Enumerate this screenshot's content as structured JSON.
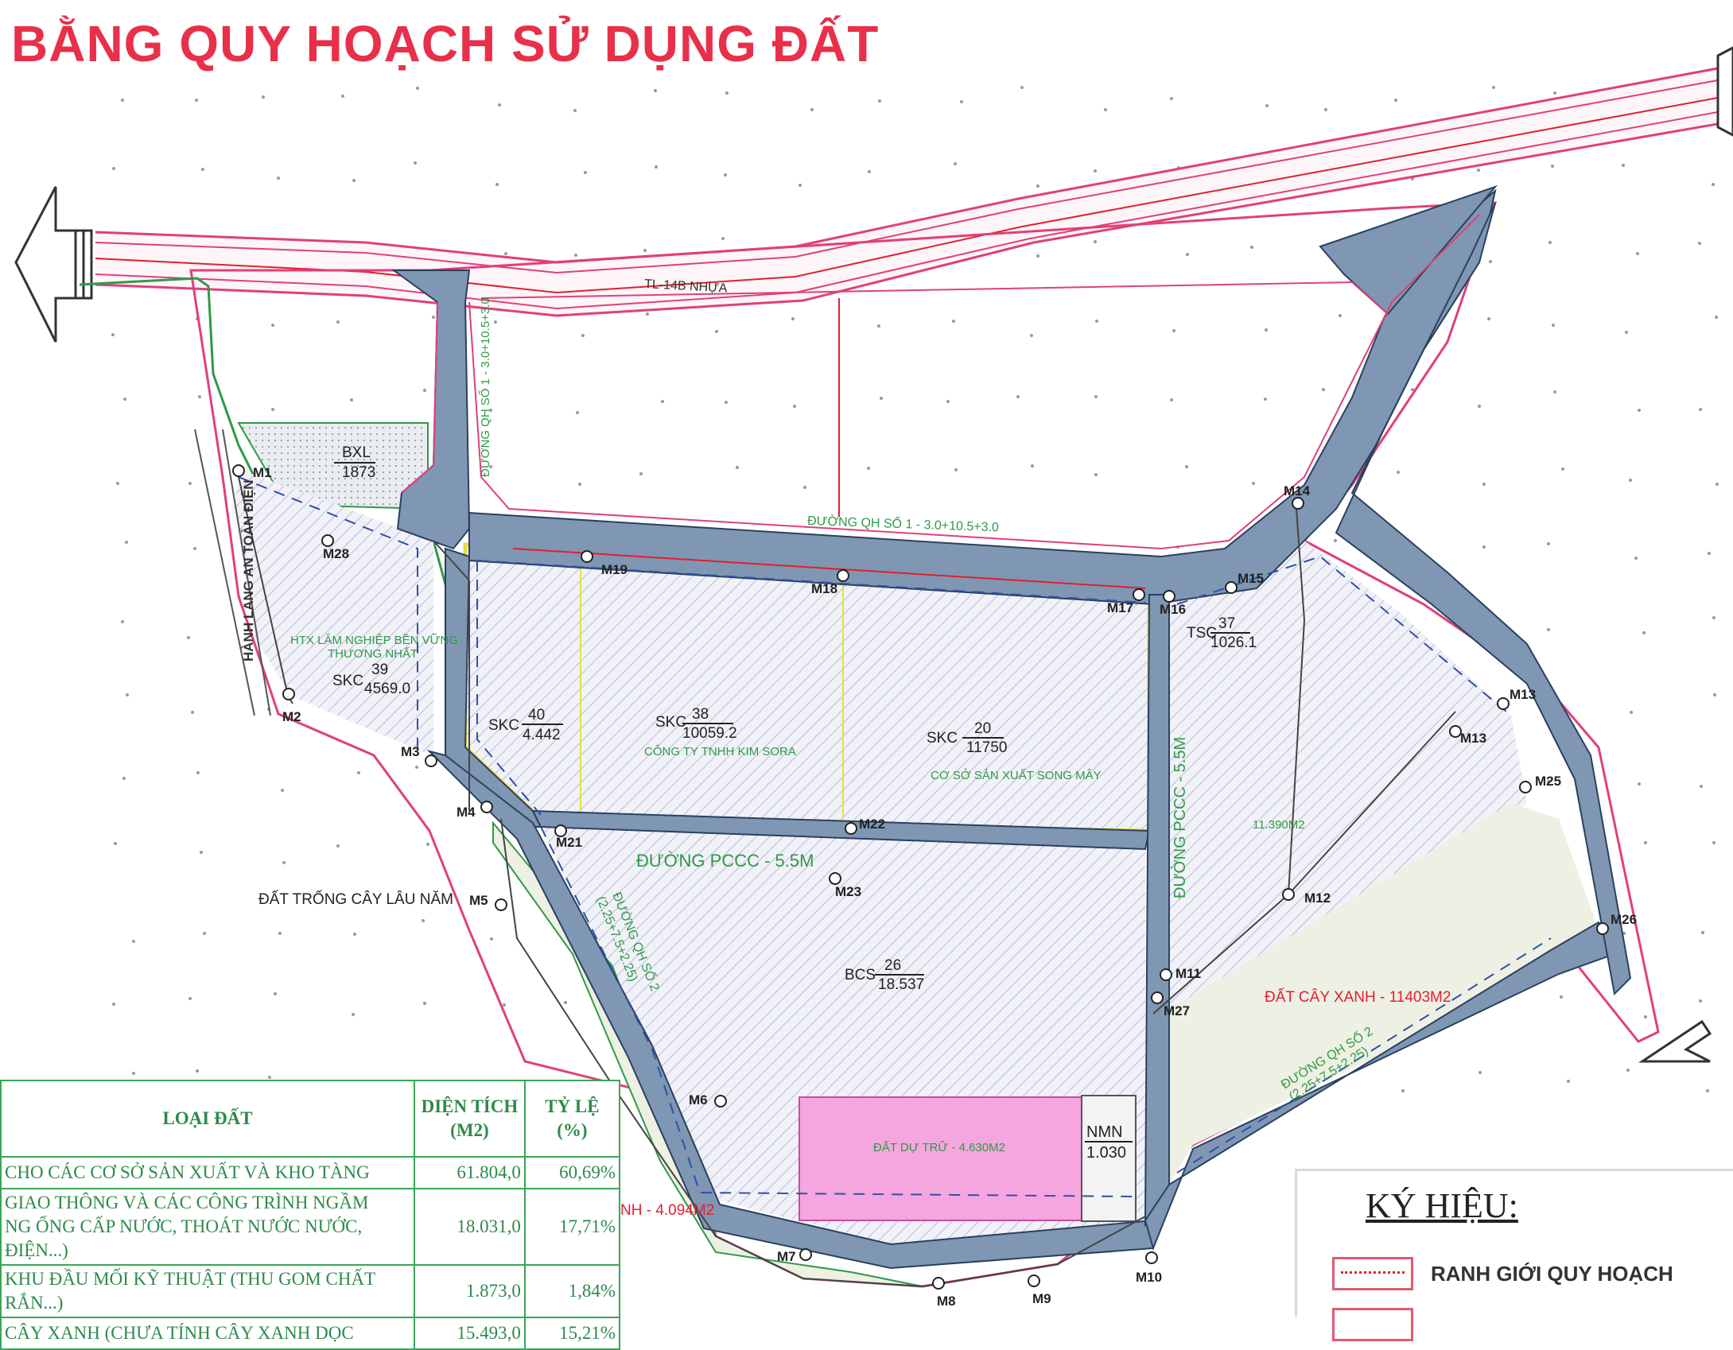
{
  "title": "BẰNG QUY HOẠCH SỬ DỤNG ĐẤT",
  "colors": {
    "title": "#e8304a",
    "road_fill": "#7f97b3",
    "road_border": "#e0407a",
    "boundary_line": "#e02030",
    "parcel_hatch": "#b8bcd8",
    "reserve_land": "#f6a6de",
    "green_land": "#eef0e4",
    "label_green": "#2f9a45",
    "label_red": "#e02030"
  },
  "map_labels": {
    "road_tl14b": "TL-14B NHỰA",
    "road_qh1_horizontal": "ĐƯỜNG QH SỐ 1 - 3.0+10.5+3.0",
    "road_qh1_vertical": "ĐƯỜNG QH SỐ 1 - 3.0+10.5+3.0",
    "road_pccc_horizontal": "ĐƯỜNG PCCC - 5.5M",
    "road_pccc_vertical": "ĐƯỜNG PCCC - 5.5M",
    "road_qh2_left": "ĐƯỜNG QH SỐ 2",
    "road_qh2_left_dims": "(2.25+7.5+2.25)",
    "road_qh2_right": "ĐƯỜNG QH SỐ 2",
    "road_qh2_right_dims": "(2.25+7.5+2.25)",
    "corridor": "HÀNH LANG AN TOÀN ĐIỆN",
    "empty_land": "ĐẤT TRỐNG CÂY LÂU NĂM",
    "green_land": "ĐẤT CÂY XANH - 11403M2",
    "green_land_left": "NH - 4.094M2",
    "reserve_land": "ĐẤT DỰ TRỮ - 4.630M2",
    "area_11390": "11.390M2",
    "htx_name_1": "HTX LÂM NGHIỆP BỀN VỮNG",
    "htx_name_2": "THƯƠNG NHẤT",
    "kim_sora": "CÔNG TY TNHH KIM SORA",
    "song_may": "CƠ SỞ SẢN XUẤT SONG MÂY"
  },
  "parcels": [
    {
      "code": "BXL",
      "area": "1873",
      "prefix": ""
    },
    {
      "code": "39",
      "area": "4569.0",
      "prefix": "SKC"
    },
    {
      "code": "40",
      "area": "4.442",
      "prefix": "SKC"
    },
    {
      "code": "38",
      "area": "10059.2",
      "prefix": "SKC"
    },
    {
      "code": "20",
      "area": "11750",
      "prefix": "SKC"
    },
    {
      "code": "37",
      "area": "1026.1",
      "prefix": "TSC"
    },
    {
      "code": "26",
      "area": "18.537",
      "prefix": "BCS"
    },
    {
      "code": "NMN",
      "area": "1.030",
      "prefix": ""
    }
  ],
  "markers": [
    "M1",
    "M28",
    "M2",
    "M3",
    "M4",
    "M5",
    "M6",
    "M7",
    "M8",
    "M9",
    "M10",
    "M11",
    "M12",
    "M13",
    "M13",
    "M14",
    "M15",
    "M16",
    "M17",
    "M18",
    "M19",
    "M21",
    "M22",
    "M23",
    "M25",
    "M26",
    "M27"
  ],
  "table": {
    "headers": [
      "LOẠI ĐẤT",
      "DIỆN TÍCH (M2)",
      "TỶ LỆ (%)"
    ],
    "rows": [
      {
        "name_lines": [
          "CHO CÁC CƠ SỞ SẢN XUẤT VÀ KHO TÀNG"
        ],
        "area": "61.804,0",
        "ratio": "60,69%"
      },
      {
        "name_lines": [
          "GIAO THÔNG VÀ CÁC CÔNG TRÌNH NGẦM",
          "NG ỐNG CẤP NƯỚC, THOÁT NƯỚC NƯỚC,",
          "ĐIỆN...)"
        ],
        "area": "18.031,0",
        "ratio": "17,71%"
      },
      {
        "name_lines": [
          "KHU ĐẦU MỐI KỸ THUẬT (THU GOM CHẤT",
          "RẮN...)"
        ],
        "area": "1.873,0",
        "ratio": "1,84%"
      },
      {
        "name_lines": [
          "CÂY XANH (CHƯA TÍNH CÂY XANH DỌC"
        ],
        "area": "15.493,0",
        "ratio": "15,21%"
      }
    ]
  },
  "legend": {
    "title": "KÝ HIỆU:",
    "items": [
      "RANH GIỚI QUY HOẠCH"
    ]
  }
}
